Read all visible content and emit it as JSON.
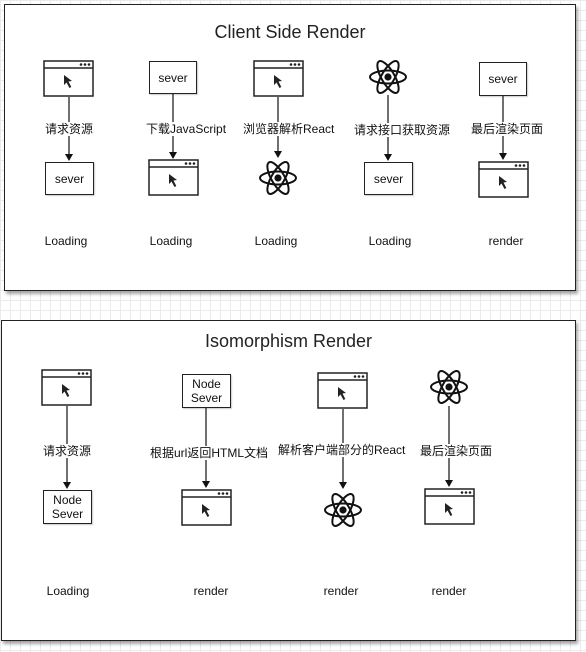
{
  "client_side": {
    "title": "Client Side Render",
    "steps": [
      {
        "top_box": "",
        "caption": "请求资源",
        "bottom_box": "sever",
        "status": "Loading"
      },
      {
        "top_box": "sever",
        "caption": "下载JavaScript",
        "bottom_box": "",
        "status": "Loading"
      },
      {
        "top_box": "",
        "caption": "浏览器解析React",
        "bottom_box": "",
        "status": "Loading"
      },
      {
        "top_box": "",
        "caption": "请求接口获取资源",
        "bottom_box": "sever",
        "status": "Loading"
      },
      {
        "top_box": "sever",
        "caption": "最后渲染页面",
        "bottom_box": "",
        "status": "render"
      }
    ]
  },
  "isomorphism": {
    "title": "Isomorphism Render",
    "steps": [
      {
        "top_box": "",
        "caption": "请求资源",
        "bottom_box_l1": "Node",
        "bottom_box_l2": "Sever",
        "status": "Loading"
      },
      {
        "top_box_l1": "Node",
        "top_box_l2": "Sever",
        "caption": "根据url返回HTML文档",
        "bottom_box": "",
        "status": "render"
      },
      {
        "top_box": "",
        "caption": "解析客户端部分的React",
        "bottom_box": "",
        "status": "render"
      },
      {
        "top_box": "",
        "caption": "最后渲染页面",
        "bottom_box": "",
        "status": "render"
      }
    ]
  },
  "icons": [
    "browser-window-icon",
    "react-logo-icon",
    "cursor-arrow-icon"
  ],
  "colors": {
    "stroke": "#222222",
    "panel_bg": "#ffffff",
    "grid": "#ebebeb"
  }
}
